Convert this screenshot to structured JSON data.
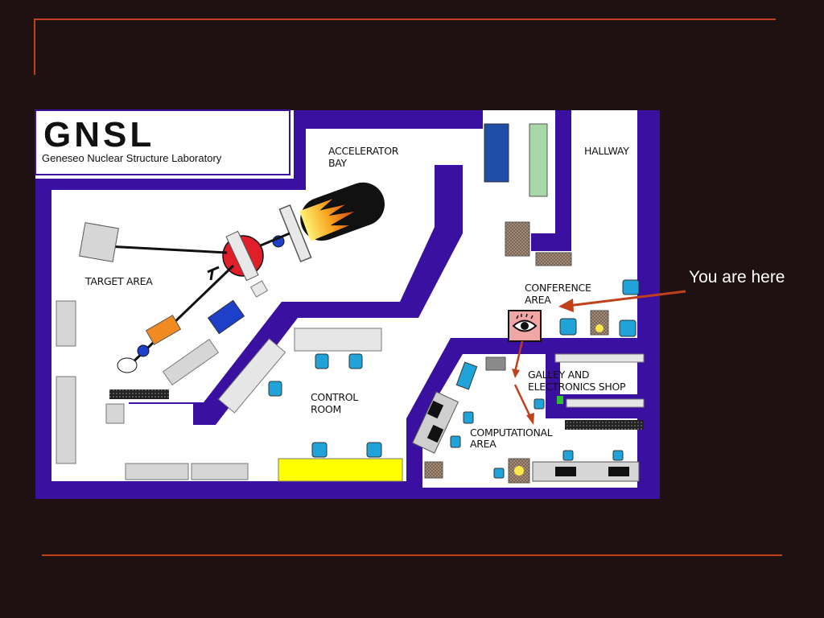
{
  "slide": {
    "callout_text": "You are here",
    "accent_color": "#c0401c",
    "background_color": "#1f1112"
  },
  "floorplan": {
    "logo_title": "GNSL",
    "logo_subtitle": "Geneseo Nuclear Structure Laboratory",
    "labels": {
      "accelerator_bay": [
        "ACCELERATOR",
        "BAY"
      ],
      "hallway": [
        "HALLWAY"
      ],
      "target_area": [
        "TARGET AREA"
      ],
      "conference_area": [
        "CONFERENCE",
        "AREA"
      ],
      "control_room": [
        "CONTROL",
        "ROOM"
      ],
      "galley": [
        "GALLEY AND",
        "ELECTRONICS SHOP"
      ],
      "computational": [
        "COMPUTATIONAL",
        "AREA"
      ]
    },
    "colors": {
      "wall": "#3a10a0",
      "floor": "#ffffff",
      "chair": "#1fa3d8",
      "you_are_here_marker": "#f2a5a5",
      "desk_yellow": "#ffff00",
      "flame": "#f39a1c"
    },
    "marker_icon": "eye-icon"
  }
}
